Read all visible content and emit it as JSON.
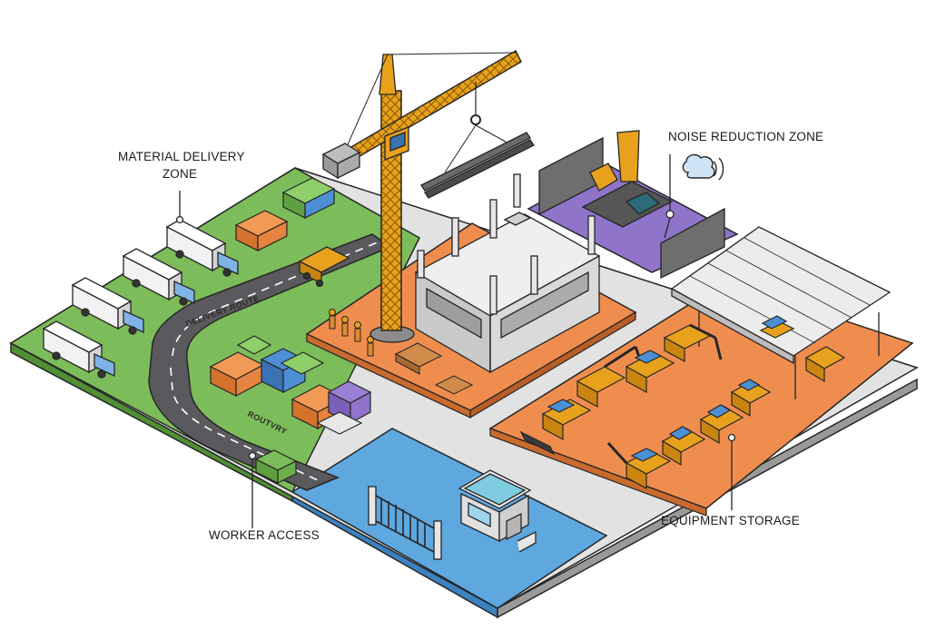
{
  "labels": {
    "material_delivery_line1": "MATERIAL DELIVERY",
    "material_delivery_line2": "ZONE",
    "noise_reduction": "NOISE REDUCTION ZONE",
    "worker_access": "WORKER ACCESS",
    "equipment_storage": "EQUIPMENT STORAGE",
    "delivery_route": "DELIVERY ROUTE",
    "road_marking": "ROUTVRY"
  },
  "colors": {
    "delivery_zone": "#7cbc5a",
    "worker_zone": "#5ea7df",
    "construction_zone": "#ef8d4e",
    "noise_zone": "#8f74c9",
    "paved": "#dedede",
    "road": "#5a5a5e",
    "crane": "#e8a11d",
    "outline": "#262626"
  },
  "icons": [
    "tower-crane-icon",
    "truck-icon",
    "container-icon",
    "excavator-icon",
    "speaker-noise-icon",
    "gate-icon",
    "guard-booth-icon"
  ]
}
